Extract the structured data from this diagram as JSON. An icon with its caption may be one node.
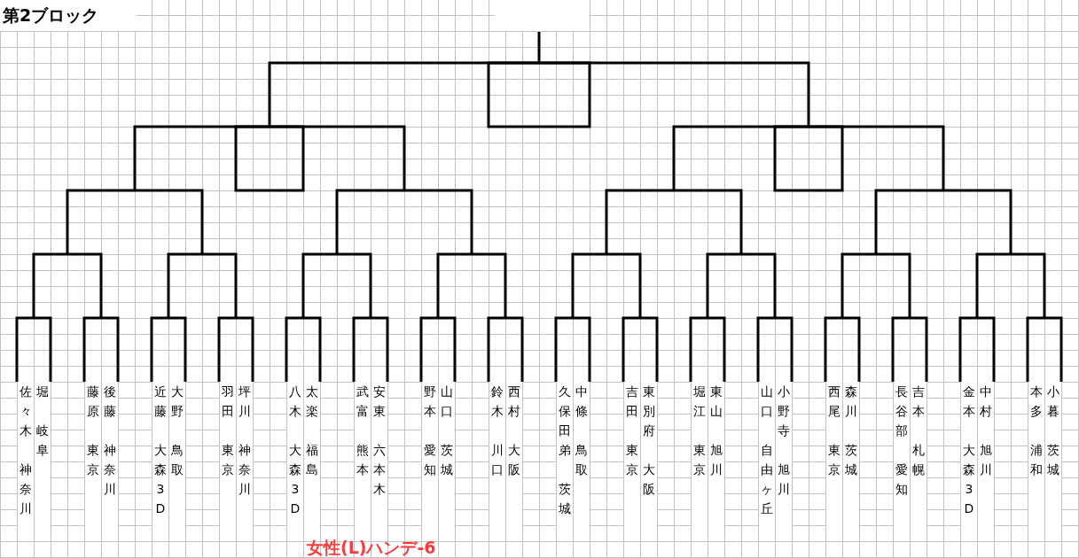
{
  "diagram": {
    "title": "第2ブロック",
    "nodes": [
      {
        "text": [
          "佐々木",
          "神奈川"
        ]
      },
      {
        "text": [
          "堀",
          "岐阜"
        ]
      },
      {
        "text": [
          "藤原",
          "東京"
        ]
      },
      {
        "text": [
          "後藤",
          "神奈川"
        ]
      },
      {
        "text": [
          "近藤",
          "大森3D"
        ]
      },
      {
        "text": [
          "大野",
          "鳥取"
        ]
      },
      {
        "text": [
          "羽田",
          "東京"
        ]
      },
      {
        "text": [
          "坪川",
          "神奈川"
        ]
      },
      {
        "text": [
          "八木",
          "大森3D"
        ]
      },
      {
        "text": [
          "太楽",
          "福島"
        ]
      },
      {
        "text": [
          "武富",
          "熊本"
        ]
      },
      {
        "text": [
          "安東",
          "六本木"
        ]
      },
      {
        "text": [
          "野本",
          "愛知"
        ]
      },
      {
        "text": [
          "山口",
          "茨城"
        ]
      },
      {
        "text": [
          "鈴木",
          "川口"
        ]
      },
      {
        "text": [
          "西村",
          "大阪"
        ]
      },
      {
        "text": [
          "久保田弟",
          "茨城"
        ]
      },
      {
        "text": [
          "中條",
          "鳥取"
        ]
      },
      {
        "text": [
          "吉田",
          "東京"
        ]
      },
      {
        "text": [
          "東別府",
          "大阪"
        ]
      },
      {
        "text": [
          "堀江",
          "東京"
        ]
      },
      {
        "text": [
          "東山",
          "旭川"
        ]
      },
      {
        "text": [
          "山口",
          "自由ヶ丘"
        ]
      },
      {
        "text": [
          "小野寺",
          "旭川"
        ]
      },
      {
        "text": [
          "西尾",
          "東京"
        ]
      },
      {
        "text": [
          "森川",
          "茨城"
        ]
      },
      {
        "text": [
          "長谷部",
          "愛知"
        ]
      },
      {
        "text": [
          "吉本",
          "札幌"
        ]
      },
      {
        "text": [
          "金本",
          "大森3D"
        ]
      },
      {
        "text": [
          "中村",
          "旭川"
        ]
      },
      {
        "text": [
          "本多",
          "浦和"
        ]
      },
      {
        "text": [
          "小暮",
          "茨城"
        ]
      }
    ],
    "edges": [
      {
        "from": 0,
        "to": 1,
        "arrow": "none"
      },
      {
        "from": 2,
        "to": 3,
        "arrow": "none"
      },
      {
        "from": 4,
        "to": 5,
        "arrow": "none"
      },
      {
        "from": 6,
        "to": 7,
        "arrow": "none"
      },
      {
        "from": 8,
        "to": 9,
        "arrow": "none"
      },
      {
        "from": 10,
        "to": 11,
        "arrow": "none"
      },
      {
        "from": 12,
        "to": 13,
        "arrow": "none"
      },
      {
        "from": 14,
        "to": 15,
        "arrow": "none"
      },
      {
        "from": 16,
        "to": 17,
        "arrow": "none"
      },
      {
        "from": 18,
        "to": 19,
        "arrow": "none"
      },
      {
        "from": 20,
        "to": 21,
        "arrow": "none"
      },
      {
        "from": 22,
        "to": 23,
        "arrow": "none"
      },
      {
        "from": 24,
        "to": 25,
        "arrow": "none"
      },
      {
        "from": 26,
        "to": 27,
        "arrow": "none"
      },
      {
        "from": 28,
        "to": 29,
        "arrow": "none"
      },
      {
        "from": 30,
        "to": 31,
        "arrow": "none"
      }
    ],
    "labels": [
      "女性(L)ハンデ-6"
    ]
  }
}
